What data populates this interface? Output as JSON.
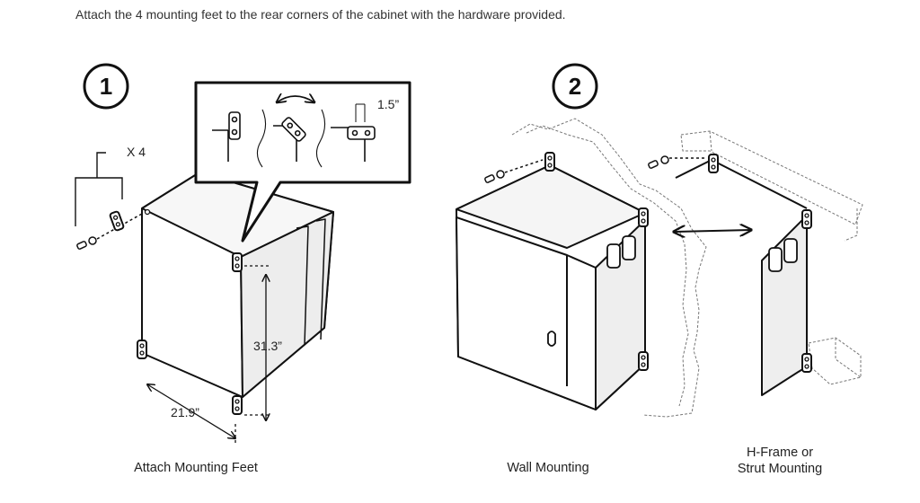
{
  "instruction": "Attach the 4 mounting feet to the rear corners of the cabinet with the hardware provided.",
  "steps": [
    {
      "number": "1"
    },
    {
      "number": "2"
    }
  ],
  "dimensions": {
    "quantity": "X 4",
    "spacing": "1.5”",
    "height": "31.3”",
    "width": "21.9”"
  },
  "captions": {
    "attach": "Attach Mounting Feet",
    "wall": "Wall Mounting",
    "hframe_line1": "H-Frame or",
    "hframe_line2": "Strut Mounting"
  }
}
